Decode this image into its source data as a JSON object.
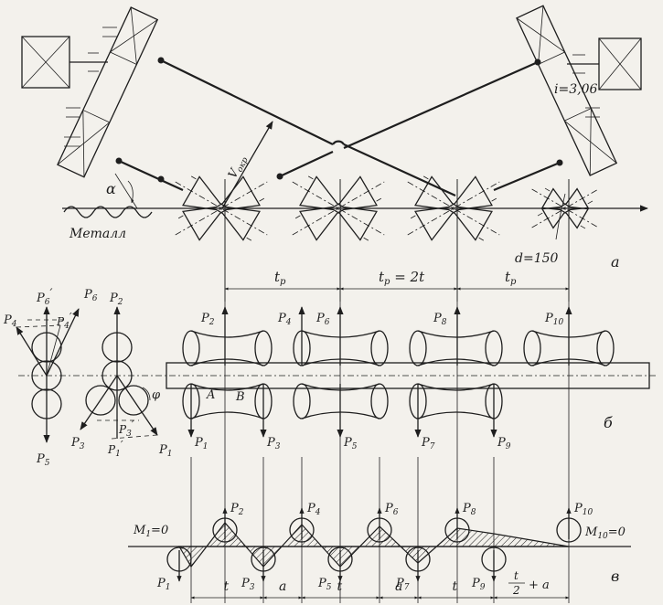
{
  "top": {
    "ratio_label": "i=3,06",
    "diameter_label": "d=150",
    "velocity_label": "V",
    "velocity_sub": "окр",
    "angle_label": "α",
    "metal_label": "Металл",
    "panel_letter": "a"
  },
  "pitch": {
    "tp1": "t",
    "tp1_sub": "p",
    "tp2": "t",
    "tp2_sub": "p",
    "tp2_eq": " = 2t",
    "tp3": "t",
    "tp3_sub": "p"
  },
  "middle": {
    "panel_letter": "б",
    "point_A": "A",
    "point_B": "B",
    "phi": "φ",
    "forces_top": [
      {
        "p": "P",
        "sub": "2"
      },
      {
        "p": "P",
        "sub": "4"
      },
      {
        "p": "P",
        "sub": "6"
      },
      {
        "p": "P",
        "sub": "8"
      },
      {
        "p": "P",
        "sub": "10"
      }
    ],
    "forces_bottom": [
      {
        "p": "P",
        "sub": "1"
      },
      {
        "p": "P",
        "sub": "3"
      },
      {
        "p": "P",
        "sub": "5"
      },
      {
        "p": "P",
        "sub": "7"
      },
      {
        "p": "P",
        "sub": "9"
      }
    ],
    "left_group": {
      "p6p": "P",
      "p6p_sub": "6",
      "p6": "P",
      "p6_sub": "6",
      "p4": "P",
      "p4_sub": "4",
      "p4p": "P",
      "p4p_sub": "4",
      "p5": "P",
      "p5_sub": "5",
      "p2": "P",
      "p2_sub": "2",
      "p3": "P",
      "p3_sub": "3",
      "p3p": "P",
      "p3p_sub": "3",
      "p1p": "P",
      "p1p_sub": "1",
      "p1": "P",
      "p1_sub": "1"
    }
  },
  "bottom": {
    "panel_letter": "в",
    "m1": "M",
    "m1_sub": "1",
    "m1_eq": "=0",
    "m10": "M",
    "m10_sub": "10",
    "m10_eq": "=0",
    "forces_top": [
      {
        "p": "P",
        "sub": "2"
      },
      {
        "p": "P",
        "sub": "4"
      },
      {
        "p": "P",
        "sub": "6"
      },
      {
        "p": "P",
        "sub": "8"
      },
      {
        "p": "P",
        "sub": "10"
      }
    ],
    "forces_bottom": [
      {
        "p": "P",
        "sub": "1"
      },
      {
        "p": "P",
        "sub": "3"
      },
      {
        "p": "P",
        "sub": "5"
      },
      {
        "p": "P",
        "sub": "7"
      },
      {
        "p": "P",
        "sub": "9"
      }
    ],
    "dims": [
      "t",
      "a",
      "t",
      "a",
      "t"
    ],
    "last_dim_num": "t",
    "last_dim_den": "2",
    "last_dim_tail": "+ a"
  }
}
